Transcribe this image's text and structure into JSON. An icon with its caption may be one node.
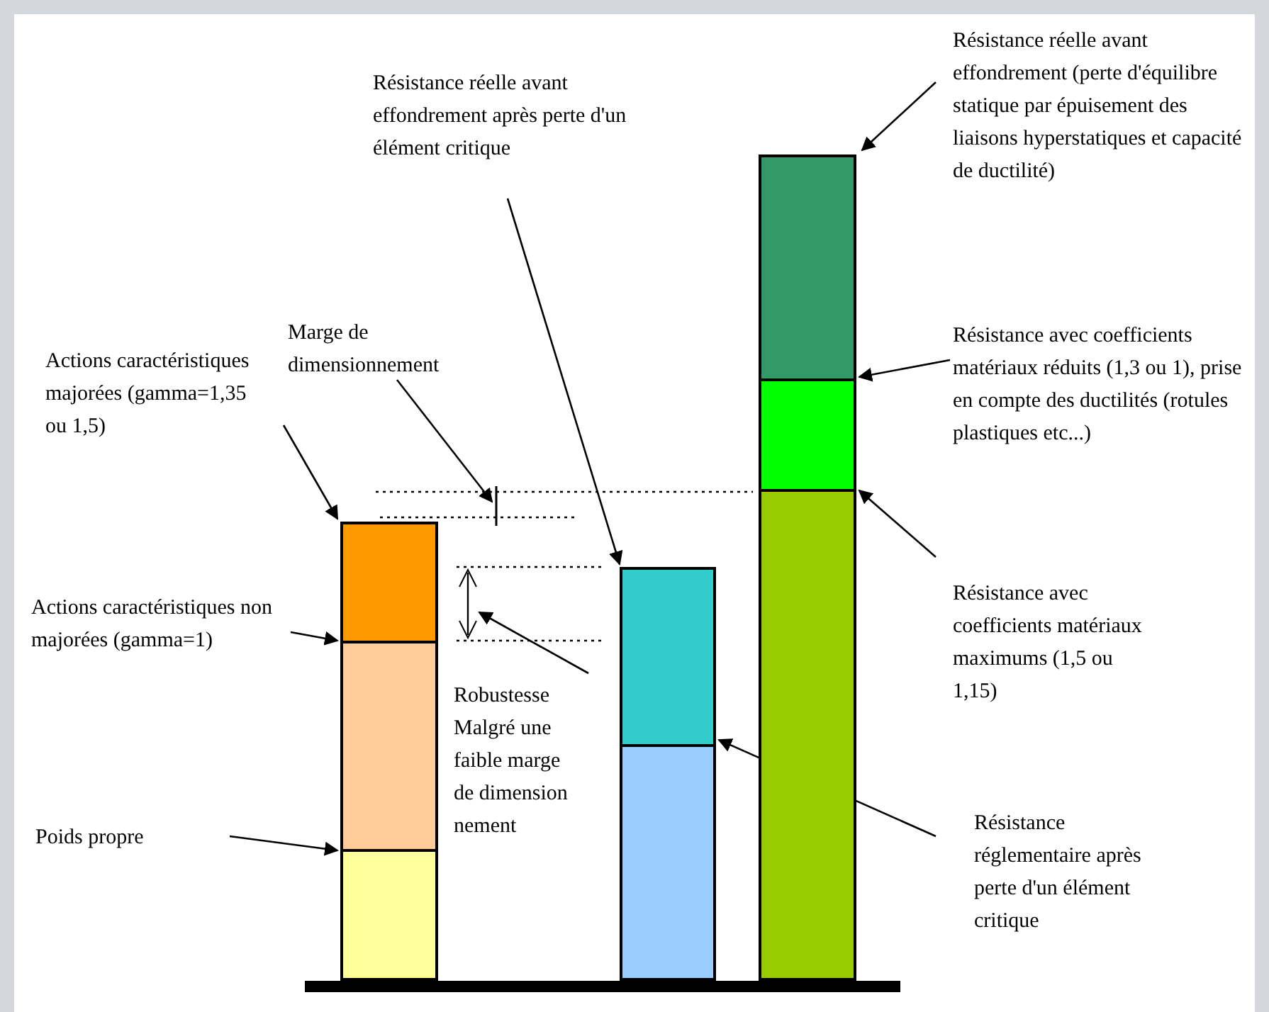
{
  "diagram": {
    "nodes": [
      {
        "text": [
          "Résistance réelle avant effondrement après perte d'un élément critique"
        ]
      },
      {
        "text": [
          "Résistance réelle avant effondrement (perte d'équilibre statique par épuisement des liaisons hyperstatiques et capacité de ductilité)"
        ]
      },
      {
        "text": [
          "Marge de dimensionnement"
        ]
      },
      {
        "text": [
          "Actions caractéristiques majorées (gamma=1,35 ou 1,5)"
        ]
      },
      {
        "text": [
          "Résistance avec coefficients matériaux réduits (1,3 ou 1), prise en compte des ductilités (rotules plastiques etc...)"
        ]
      },
      {
        "text": [
          "Actions caractéristiques non majorées (gamma=1)"
        ]
      },
      {
        "text": [
          "Résistance avec coefficients matériaux maximums (1,5 ou 1,15)"
        ]
      },
      {
        "text": [
          "Robustesse Malgré une faible marge de dimension nement"
        ]
      },
      {
        "text": [
          "Résistance réglementaire après perte d'un élément critique"
        ]
      },
      {
        "text": [
          "Poids propre"
        ]
      },
      {
        "text": [],
        "shape": "bar"
      },
      {
        "text": [],
        "shape": "bar"
      },
      {
        "text": [],
        "shape": "bar"
      },
      {
        "text": [],
        "shape": "bar"
      },
      {
        "text": [],
        "shape": "bar"
      },
      {
        "text": [],
        "shape": "bar"
      },
      {
        "text": [],
        "shape": "bar"
      },
      {
        "text": [],
        "shape": "bar"
      }
    ],
    "edges": [
      {
        "from": 0,
        "to": 14,
        "arrow": "to"
      },
      {
        "from": 1,
        "to": 17,
        "arrow": "to"
      },
      {
        "from": 2,
        "to": null,
        "arrow": "to"
      },
      {
        "from": 3,
        "to": 12,
        "arrow": "to"
      },
      {
        "from": 4,
        "to": 16,
        "arrow": "to"
      },
      {
        "from": 5,
        "to": 11,
        "arrow": "to"
      },
      {
        "from": 6,
        "to": 15,
        "arrow": "to"
      },
      {
        "from": 7,
        "to": null,
        "arrow": "to"
      },
      {
        "from": 8,
        "to": 13,
        "arrow": "to"
      },
      {
        "from": 9,
        "to": 10,
        "arrow": "to"
      }
    ]
  }
}
